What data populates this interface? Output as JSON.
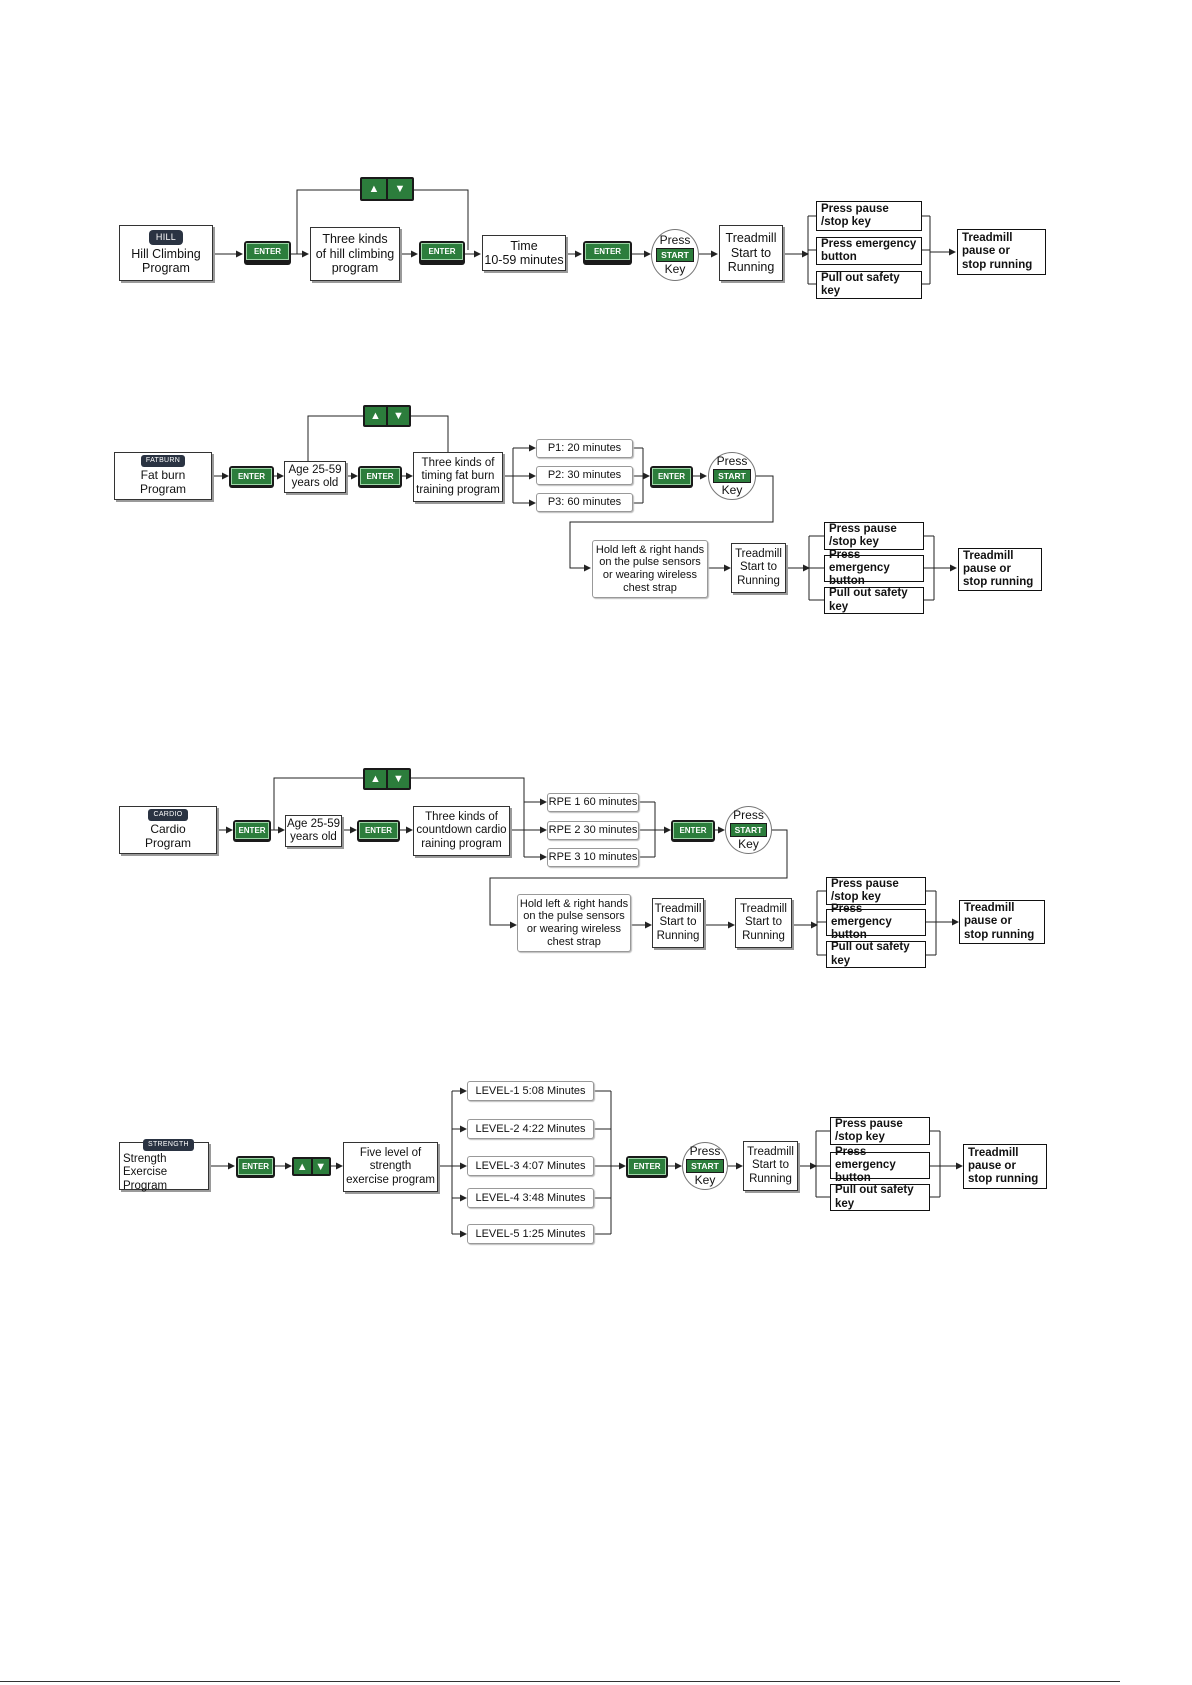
{
  "colors": {
    "button_green": "#2c7d3c",
    "button_frame": "#1a1a1a",
    "badge_bg": "#2a3342"
  },
  "icons": {
    "enter": "enter-key-icon",
    "updown": "up-down-arrow-keys-icon",
    "start": "start-key-icon"
  },
  "common": {
    "enter": "ENTER",
    "start": "START",
    "press": "Press",
    "key": "Key",
    "running": "Treadmill\nStart to\nRunning",
    "pause_stop": "Press pause\n/stop key",
    "emergency": "Press emergency\nbutton",
    "safety": "Pull out safety\nkey",
    "result": "Treadmill\npause or\nstop running",
    "pulse": "Hold left & right hands\non the pulse sensors\nor wearing wireless\nchest strap",
    "age": "Age 25-59\nyears old"
  },
  "hill": {
    "badge": "HILL",
    "title": "Hill Climbing\nProgram",
    "kinds": "Three kinds\nof hill climbing\nprogram",
    "time": "Time\n10-59 minutes"
  },
  "fat": {
    "badge": "FATBURN",
    "title": "Fat burn\nProgram",
    "kinds": "Three kinds of\ntiming fat burn\ntraining program",
    "options": [
      "P1: 20 minutes",
      "P2: 30 minutes",
      "P3: 60 minutes"
    ]
  },
  "cardio": {
    "badge": "CARDIO",
    "title": "Cardio\nProgram",
    "kinds": "Three kinds of\ncountdown cardio\nraining program",
    "options": [
      "RPE 1 60 minutes",
      "RPE 2 30 minutes",
      "RPE 3 10 minutes"
    ]
  },
  "strength": {
    "badge": "STRENGTH",
    "title": "Strength Exercise\nProgram",
    "kinds": "Five level of\nstrength\nexercise program",
    "options": [
      "LEVEL-1 5:08 Minutes",
      "LEVEL-2 4:22 Minutes",
      "LEVEL-3 4:07 Minutes",
      "LEVEL-4 3:48 Minutes",
      "LEVEL-5 1:25 Minutes"
    ]
  }
}
